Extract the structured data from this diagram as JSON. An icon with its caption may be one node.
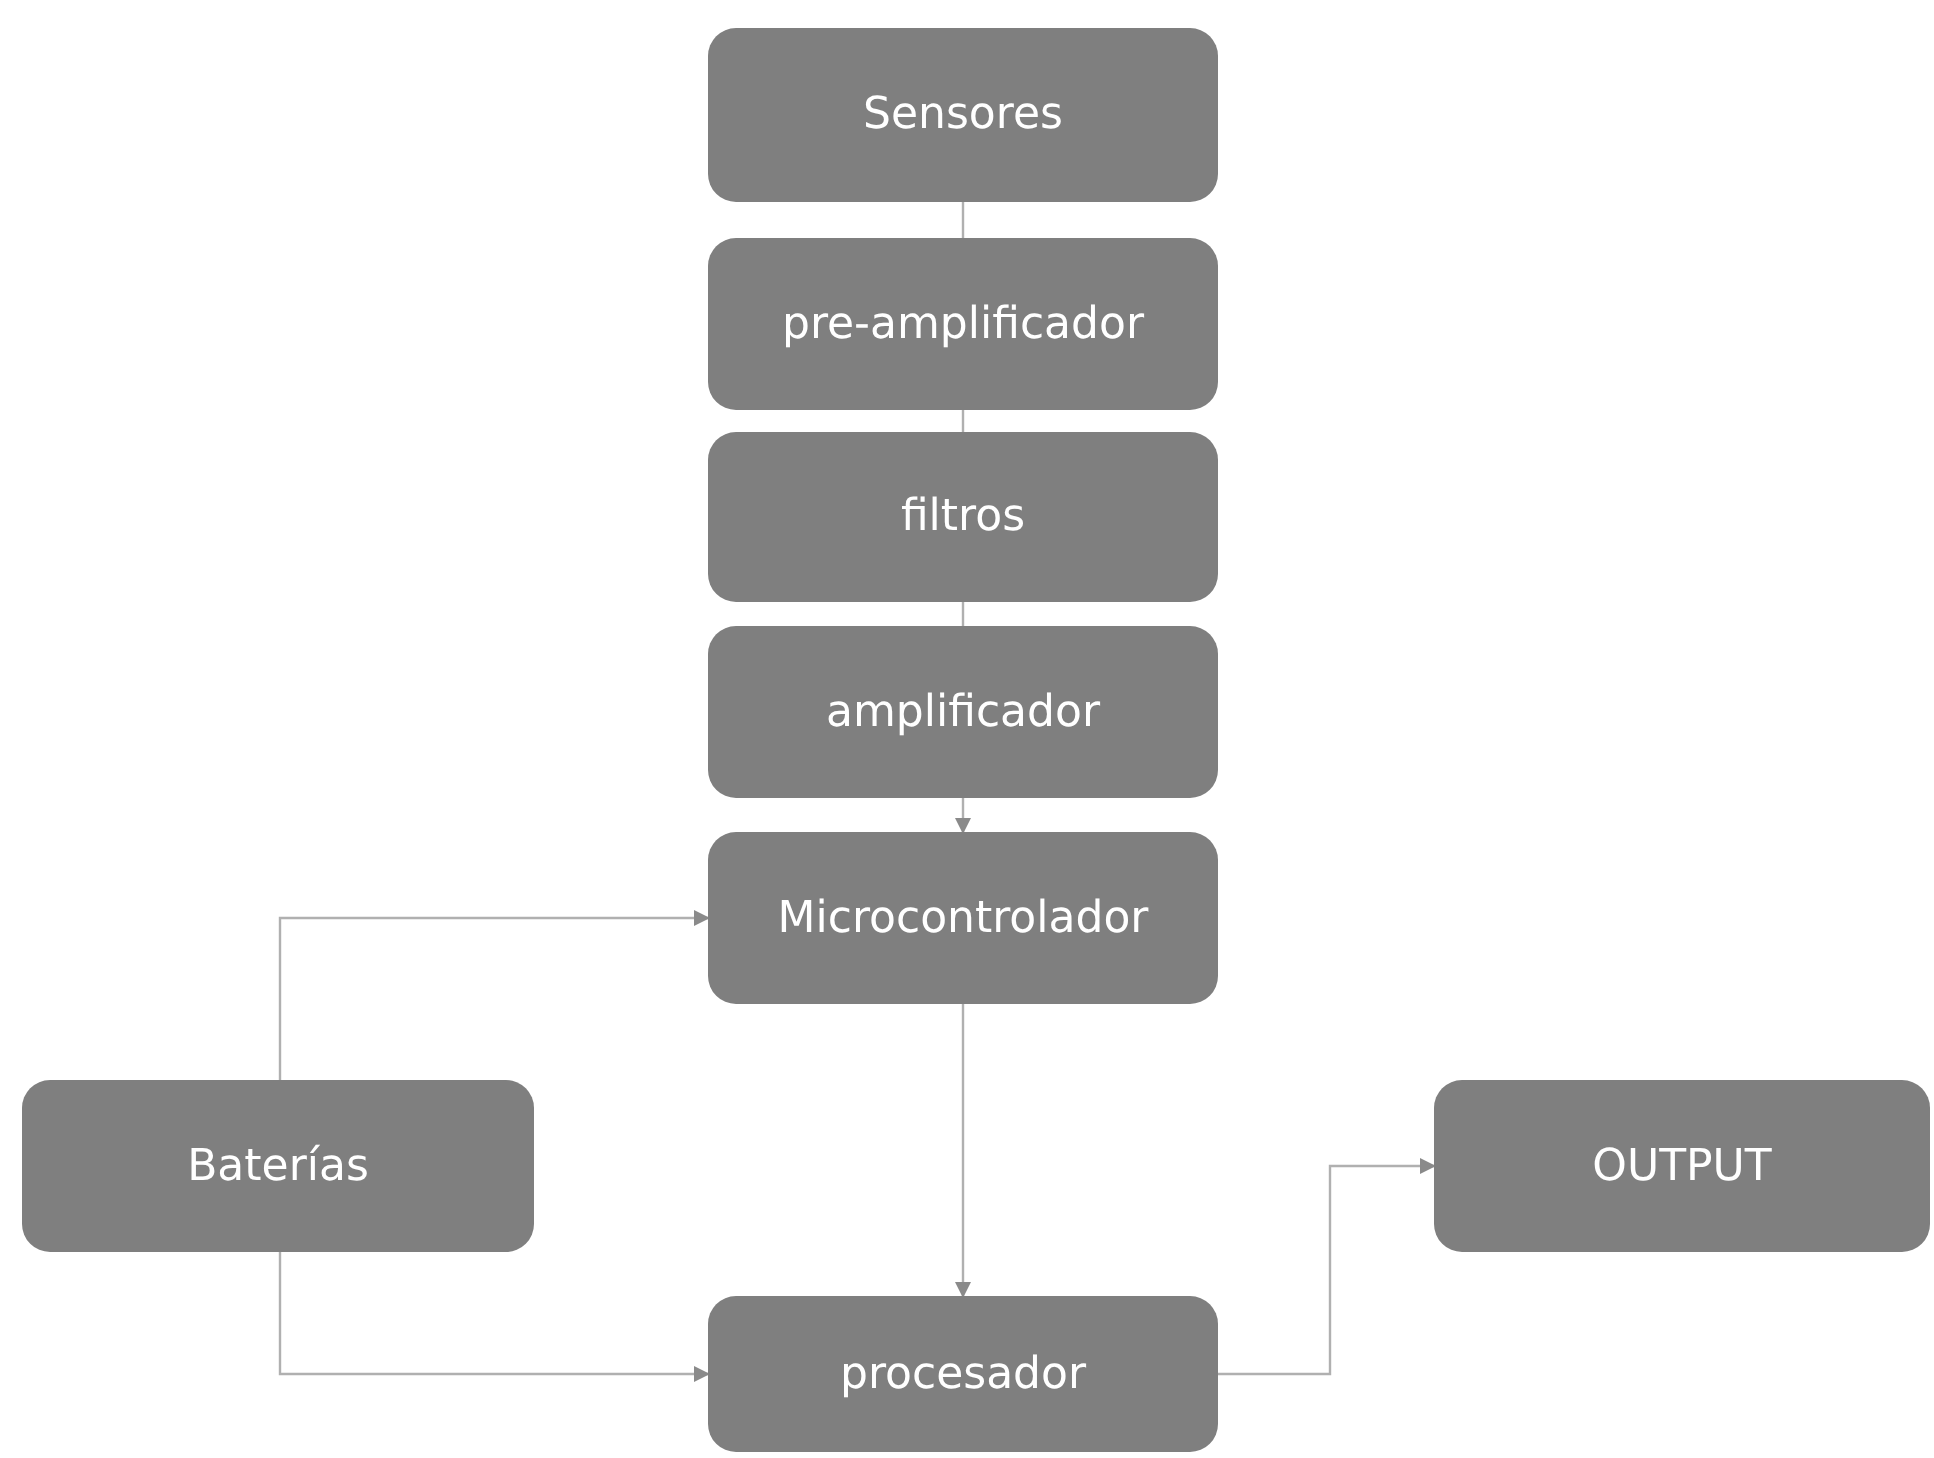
{
  "diagram": {
    "nodes": [
      {
        "text": [
          "Sensores"
        ]
      },
      {
        "text": [
          "pre-amplificador"
        ]
      },
      {
        "text": [
          "filtros"
        ]
      },
      {
        "text": [
          "amplificador"
        ]
      },
      {
        "text": [
          "Microcontrolador"
        ]
      },
      {
        "text": [
          "Baterías"
        ]
      },
      {
        "text": [
          "OUTPUT"
        ]
      },
      {
        "text": [
          "procesador"
        ]
      }
    ],
    "edges": [
      {
        "from": 0,
        "to": 1,
        "arrow": "none"
      },
      {
        "from": 1,
        "to": 2,
        "arrow": "none"
      },
      {
        "from": 2,
        "to": 3,
        "arrow": "none"
      },
      {
        "from": 3,
        "to": 4,
        "arrow": "to"
      },
      {
        "from": 5,
        "to": 4,
        "arrow": "to"
      },
      {
        "from": 4,
        "to": 7,
        "arrow": "to"
      },
      {
        "from": 5,
        "to": 7,
        "arrow": "to"
      },
      {
        "from": 7,
        "to": 6,
        "arrow": "to"
      }
    ]
  }
}
